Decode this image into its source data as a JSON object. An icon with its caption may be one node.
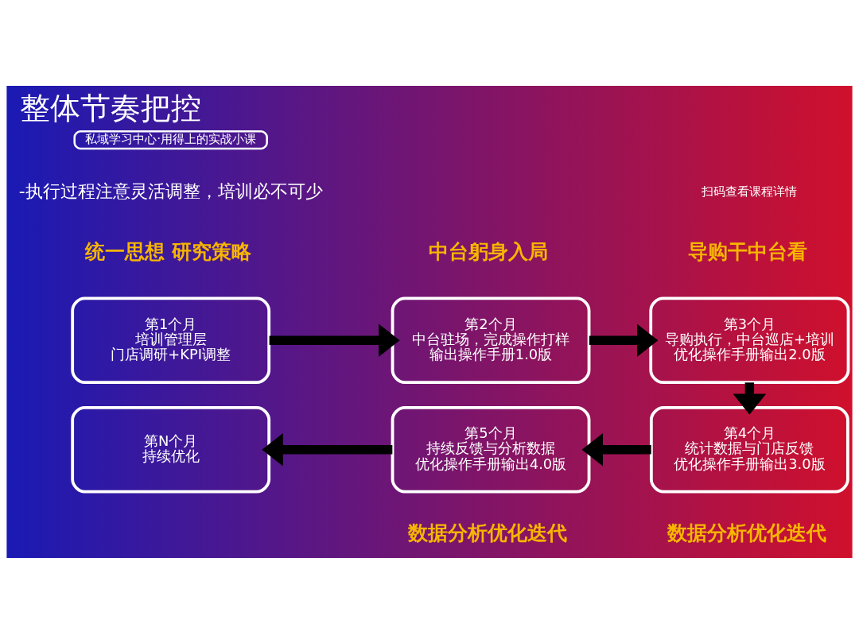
{
  "diagram": {
    "title": "整体节奏把控",
    "nodes": [
      {
        "text": [
          "私域学习中心·用得上的实战小课"
        ]
      },
      {
        "text": [
          "第1个月",
          "培训管理层",
          "门店调研+KPI调整"
        ],
        "beside": [
          "统一思想 研究策略"
        ]
      },
      {
        "text": [
          "第2个月",
          "中台驻场，完成操作打样",
          "输出操作手册1.0版"
        ],
        "beside": [
          "中台躬身入局"
        ]
      },
      {
        "text": [
          "第3个月",
          "导购执行，中台巡店+培训",
          "优化操作手册输出2.0版"
        ],
        "beside": [
          "导购干中台看"
        ]
      },
      {
        "text": [
          "第N个月",
          "持续优化"
        ]
      },
      {
        "text": [
          "第5个月",
          "持续反馈与分析数据",
          "优化操作手册输出4.0版"
        ],
        "beside": [
          "数据分析优化迭代"
        ]
      },
      {
        "text": [
          "第4个月",
          "统计数据与门店反馈",
          "优化操作手册输出3.0版"
        ],
        "beside": [
          "数据分析优化迭代"
        ]
      }
    ],
    "edges": [
      {
        "from": 1,
        "to": 2,
        "arrow": "to"
      },
      {
        "from": 2,
        "to": 3,
        "arrow": "to"
      },
      {
        "from": 3,
        "to": 6,
        "arrow": "to"
      },
      {
        "from": 6,
        "to": 5,
        "arrow": "to"
      },
      {
        "from": 5,
        "to": 4,
        "arrow": "to"
      }
    ],
    "labels": [
      "-执行过程注意灵活调整，培训必不可少",
      "扫码查看课程详情"
    ]
  }
}
